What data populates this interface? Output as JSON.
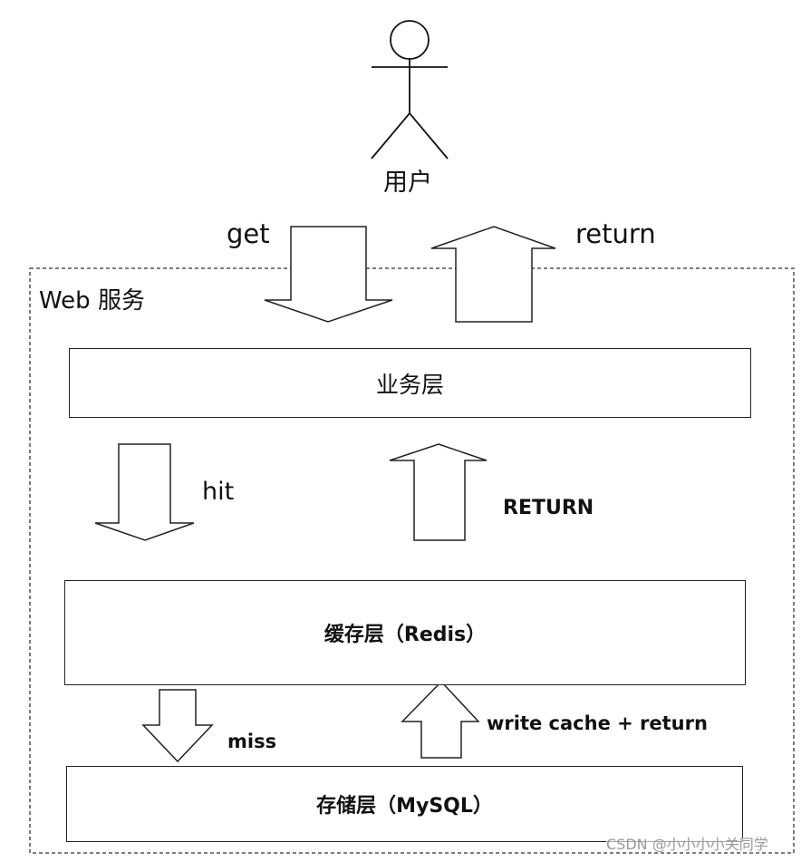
{
  "user": {
    "label": "用户"
  },
  "arrows": {
    "get": "get",
    "return_top": "return",
    "hit": "hit",
    "return_caps": "RETURN",
    "miss": "miss",
    "write_cache": "write cache + return"
  },
  "web_service": {
    "title": "Web 服务"
  },
  "layers": {
    "business": "业务层",
    "cache": "缓存层（Redis）",
    "storage": "存储层（MySQL）"
  },
  "watermark": "CSDN @小小小小关同学"
}
